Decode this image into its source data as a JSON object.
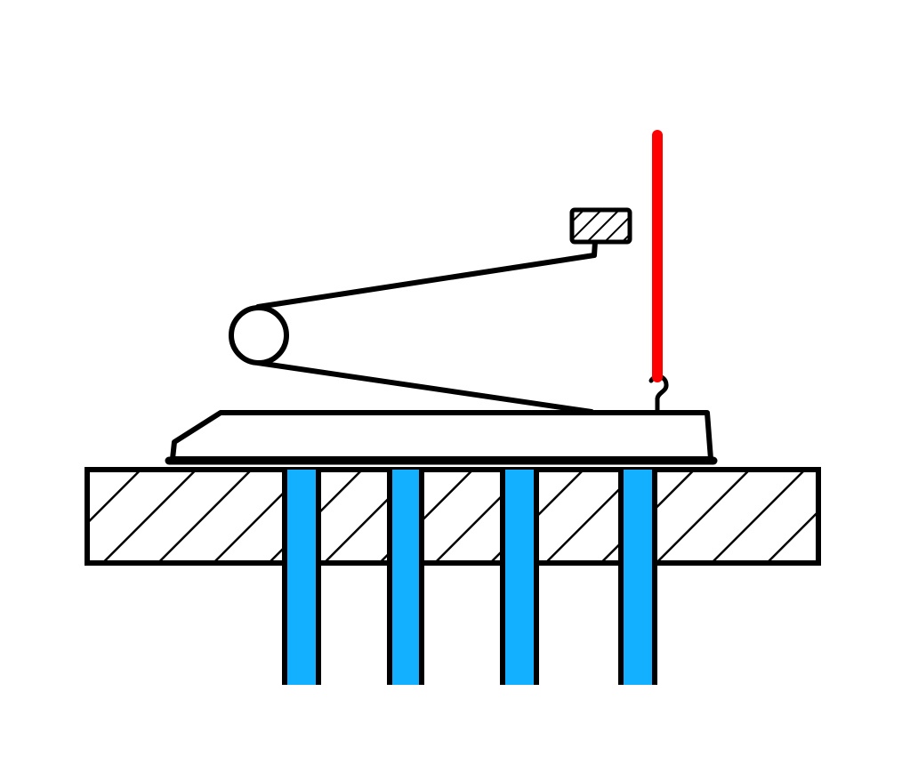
{
  "diagram": {
    "background_color": "#ffffff",
    "stroke_color": "#000000",
    "hatch_color": "#000000",
    "channel_color": "#12b0ff",
    "rod_color": "#ff0000",
    "components": [
      "ground-slab",
      "base-plate",
      "lever-arm",
      "pivot-pulley",
      "counterweight",
      "hook",
      "vertical-rod",
      "vertical-channels"
    ],
    "channel_count": 4
  }
}
